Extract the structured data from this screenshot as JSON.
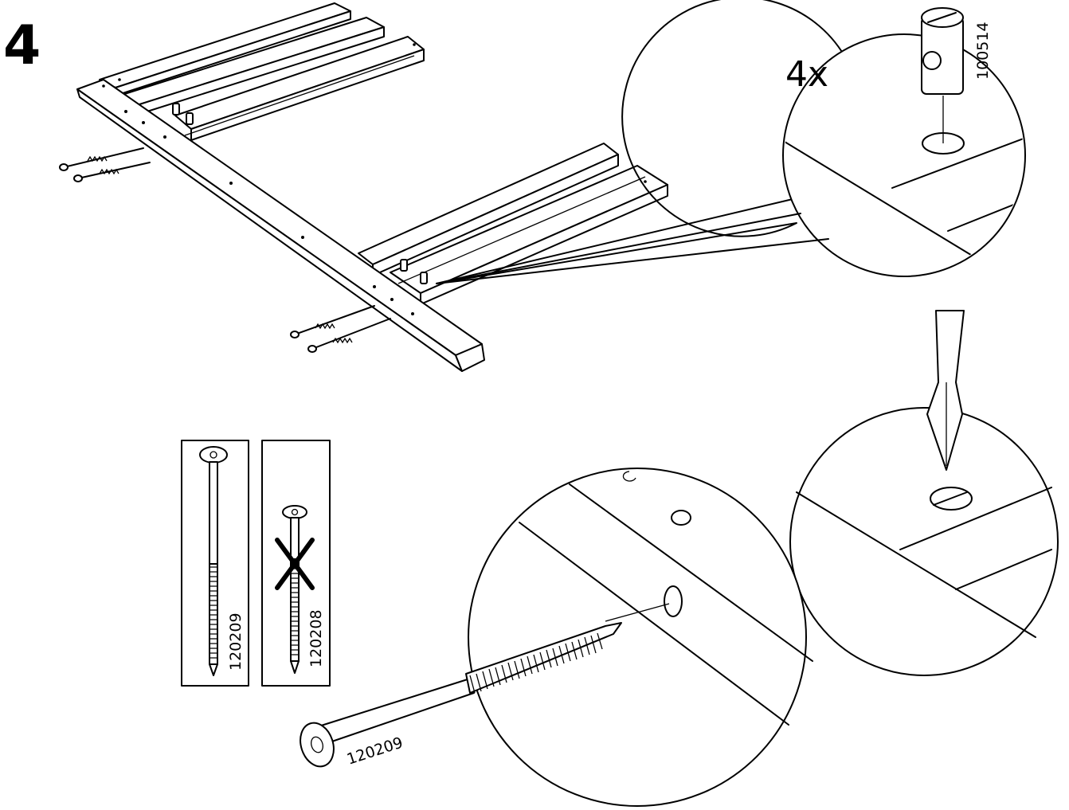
{
  "step": {
    "number": "4"
  },
  "detail_cam_nut": {
    "quantity": "4x",
    "part_number": "100514"
  },
  "bolt_comparison": {
    "correct_bolt_part_number": "120209",
    "wrong_bolt_part_number": "120208"
  },
  "detail_bolt": {
    "part_number": "120209"
  }
}
